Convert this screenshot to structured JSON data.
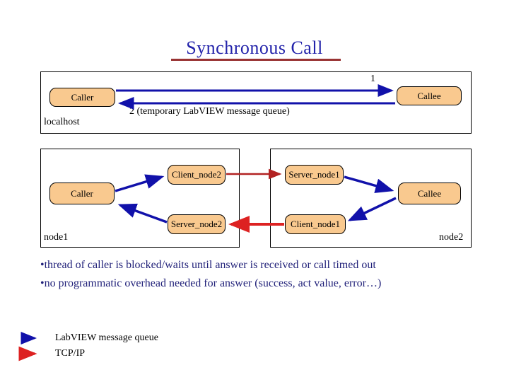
{
  "slide": {
    "title": "Synchronous Call"
  },
  "localhost_diagram": {
    "frame_label": "localhost",
    "caller_label": "Caller",
    "callee_label": "Callee",
    "arrow1_label": "1",
    "arrow2_label": "2 (temporary LabVIEW message queue)"
  },
  "node1_diagram": {
    "frame_label": "node1",
    "caller_label": "Caller",
    "client_label": "Client_node2",
    "server_label": "Server_node2"
  },
  "node2_diagram": {
    "frame_label": "node2",
    "server_label": "Server_node1",
    "callee_label": "Callee",
    "client_label": "Client_node1"
  },
  "bullets": {
    "marker": "•",
    "items": [
      "thread of caller is blocked/waits until answer is received or call timed out",
      "no programmatic overhead needed for answer (success, act value, error…)"
    ]
  },
  "legend": {
    "items": [
      {
        "icon": "labview-message-queue-arrow",
        "color": "#1111aa",
        "label": "LabVIEW message queue"
      },
      {
        "icon": "tcpip-arrow",
        "color": "#cc2222",
        "label": "TCP/IP"
      }
    ]
  },
  "colors": {
    "title_text": "#2222aa",
    "title_underline": "#993333",
    "node_box_fill": "#f9c98f",
    "labview_queue_arrow": "#1111aa",
    "tcpip_arrow": "#b22222",
    "tcpip_arrow_bold": "#dd2222",
    "bullet_text": "#22227a"
  }
}
